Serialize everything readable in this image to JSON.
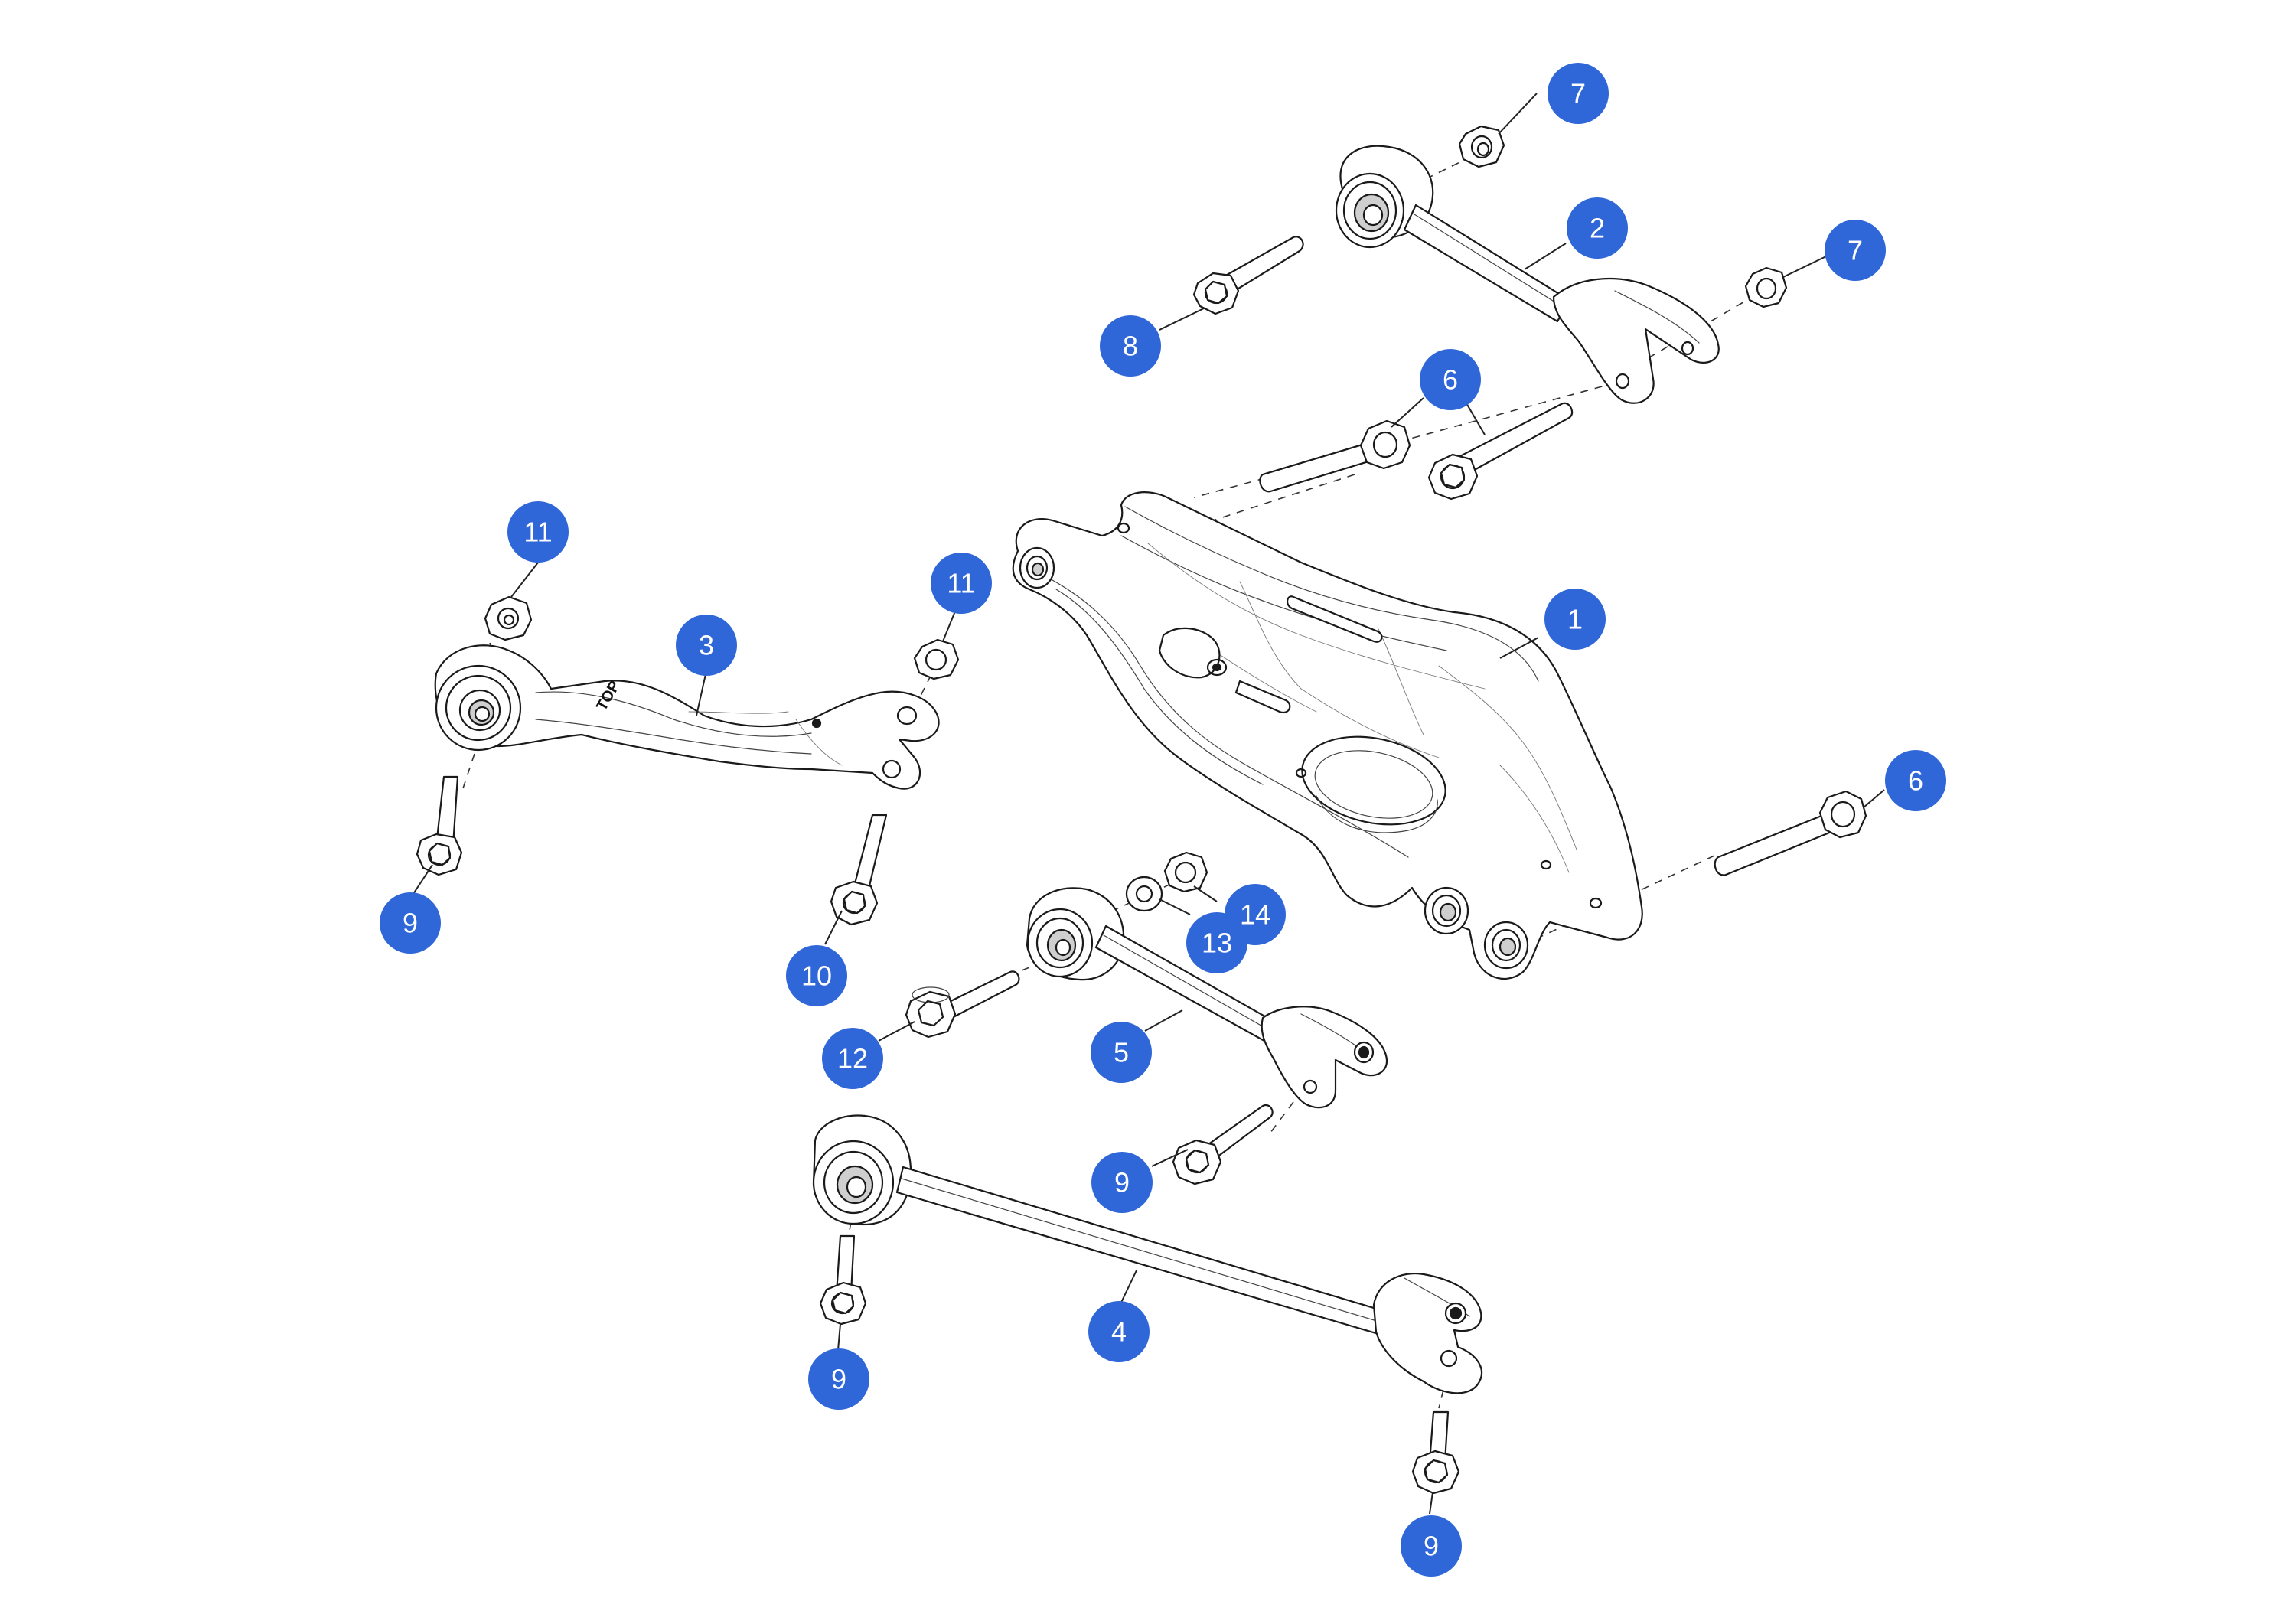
{
  "colors": {
    "callout_fill": "#2f66d8",
    "callout_text": "#ffffff",
    "line": "#1a1a1a",
    "background": "#ffffff"
  },
  "parts": {
    "subframe_crossmember": {
      "callout": "1"
    },
    "upper_control_arm": {
      "callout": "2"
    },
    "camber_arm": {
      "callout": "3",
      "marking": "TOP"
    },
    "lower_control_arm": {
      "callout": "4"
    },
    "toe_link": {
      "callout": "5"
    },
    "bolt_6_a": {
      "callout": "6"
    },
    "bolt_6_b": {
      "callout": "6"
    },
    "nut_7_a": {
      "callout": "7"
    },
    "nut_7_b": {
      "callout": "7"
    },
    "bolt_8": {
      "callout": "8"
    },
    "bolt_9_a": {
      "callout": "9"
    },
    "bolt_9_b": {
      "callout": "9"
    },
    "bolt_9_c": {
      "callout": "9"
    },
    "bolt_9_d": {
      "callout": "9"
    },
    "bolt_10": {
      "callout": "10"
    },
    "nut_11_a": {
      "callout": "11"
    },
    "nut_11_b": {
      "callout": "11"
    },
    "bolt_12": {
      "callout": "12"
    },
    "washer_13": {
      "callout": "13"
    },
    "nut_14": {
      "callout": "14"
    }
  }
}
